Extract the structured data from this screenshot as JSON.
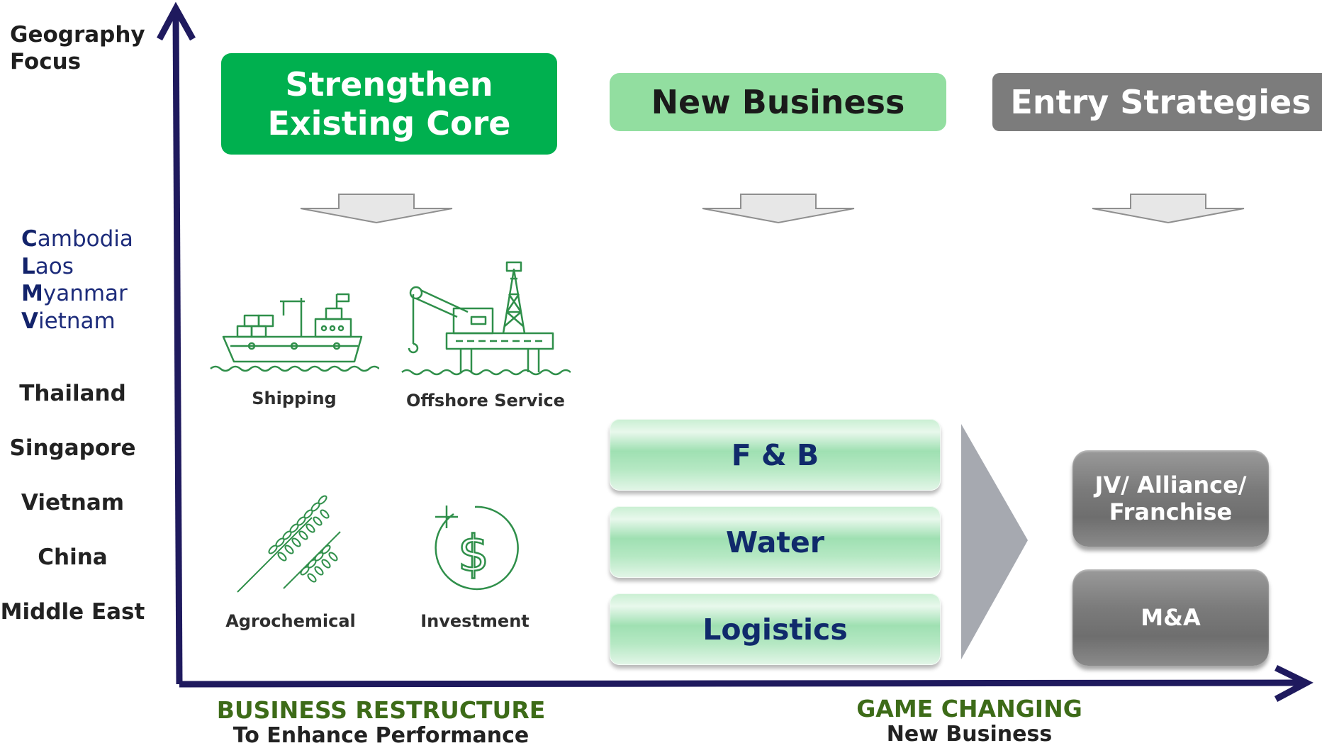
{
  "y_axis": {
    "title_line1": "Geography",
    "title_line2": "Focus",
    "clmv": [
      {
        "initial": "C",
        "rest": "ambodia"
      },
      {
        "initial": "L",
        "rest": "aos"
      },
      {
        "initial": "M",
        "rest": "yanmar"
      },
      {
        "initial": "V",
        "rest": "ietnam"
      }
    ],
    "countries": [
      "Thailand",
      "Singapore",
      "Vietnam",
      "China",
      "Middle East"
    ]
  },
  "columns": {
    "strengthen": {
      "line1": "Strengthen",
      "line2": "Existing Core",
      "color": "#00b04f"
    },
    "new_business": {
      "label": "New Business",
      "color": "#92dea0"
    },
    "entry": {
      "label": "Entry Strategies",
      "color": "#7c7c7c"
    }
  },
  "core_businesses": {
    "shipping": {
      "label": "Shipping",
      "icon": "ship-icon"
    },
    "offshore": {
      "label": "Offshore Service",
      "icon": "offshore-rig-icon"
    },
    "agro": {
      "label": "Agrochemical",
      "icon": "wheat-icon"
    },
    "investment": {
      "label": "Investment",
      "icon": "dollar-coin-icon"
    }
  },
  "new_businesses": [
    "F & B",
    "Water",
    "Logistics"
  ],
  "entry_strategies": {
    "jv_line1": "JV/ Alliance/",
    "jv_line2": "Franchise",
    "ma": "M&A"
  },
  "x_axis": {
    "left_title": "BUSINESS RESTRUCTURE",
    "left_sub": "To Enhance Performance",
    "right_title": "GAME CHANGING",
    "right_sub": "New Business"
  },
  "colors": {
    "axis": "#1f1a5e",
    "icon_green": "#2f8f4a",
    "chevron": "#a6a9b0"
  }
}
